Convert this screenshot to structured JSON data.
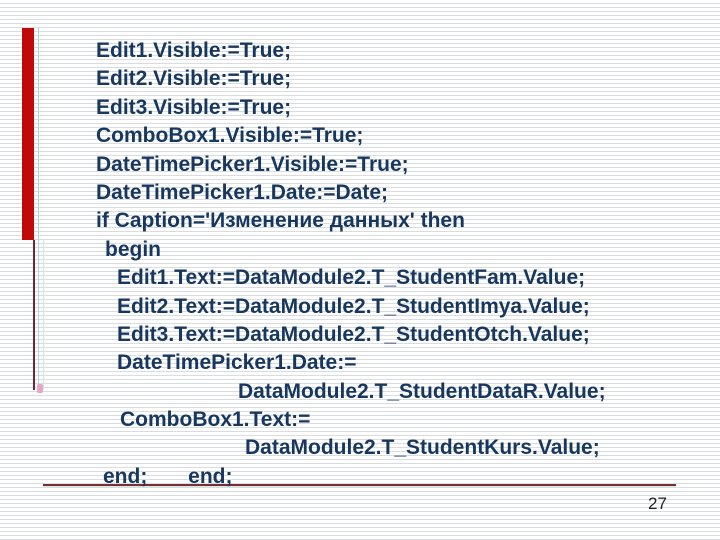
{
  "slide": {
    "page_number": "27",
    "colors": {
      "accent_bar": "#c00a0a",
      "code_text": "#17375e",
      "horizontal_rule": "#7a2e32",
      "background_stripe": "#d9dde1"
    }
  },
  "code": {
    "language": "pascal",
    "lines": [
      {
        "text": "Edit1.Visible:=True;"
      },
      {
        "text": "Edit2.Visible:=True;"
      },
      {
        "text": "Edit3.Visible:=True;"
      },
      {
        "text": "ComboBox1.Visible:=True;"
      },
      {
        "text": "DateTimePicker1.Visible:=True;"
      },
      {
        "text": "DateTimePicker1.Date:=Date;"
      },
      {
        "text": "if Caption='Изменение данных' then"
      },
      {
        "text": "begin"
      },
      {
        "text": "Edit1.Text:=DataModule2.T_StudentFam.Value;"
      },
      {
        "text": "Edit2.Text:=DataModule2.T_StudentImya.Value;"
      },
      {
        "text": "Edit3.Text:=DataModule2.T_StudentOtch.Value;"
      },
      {
        "text": "DateTimePicker1.Date:="
      },
      {
        "text": "DataModule2.T_StudentDataR.Value;"
      },
      {
        "text": "ComboBox1.Text:="
      },
      {
        "text": "DataModule2.T_StudentKurs.Value;"
      },
      {
        "text": "end;       end;"
      }
    ]
  }
}
